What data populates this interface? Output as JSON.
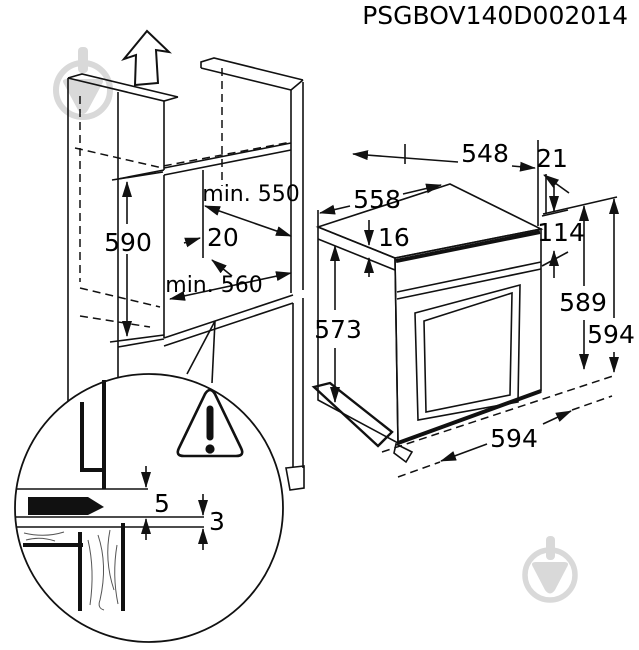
{
  "title": "PSGBOV140D002014",
  "colors": {
    "line": "#111111",
    "watermark": "#d9d9d9",
    "background": "#ffffff"
  },
  "cabinet": {
    "niche_height": "590",
    "niche_depth_min": "min. 550",
    "back_offset": "20",
    "niche_width_min": "min. 560"
  },
  "oven": {
    "top_depth": "548",
    "rear_overhang": "21",
    "body_depth": "558",
    "top_gap": "16",
    "panel_height": "114",
    "body_height": "573",
    "height_to_top": "589",
    "total_height": "594",
    "front_width": "594"
  },
  "detail": {
    "gap_top": "5",
    "gap_bottom": "3"
  }
}
